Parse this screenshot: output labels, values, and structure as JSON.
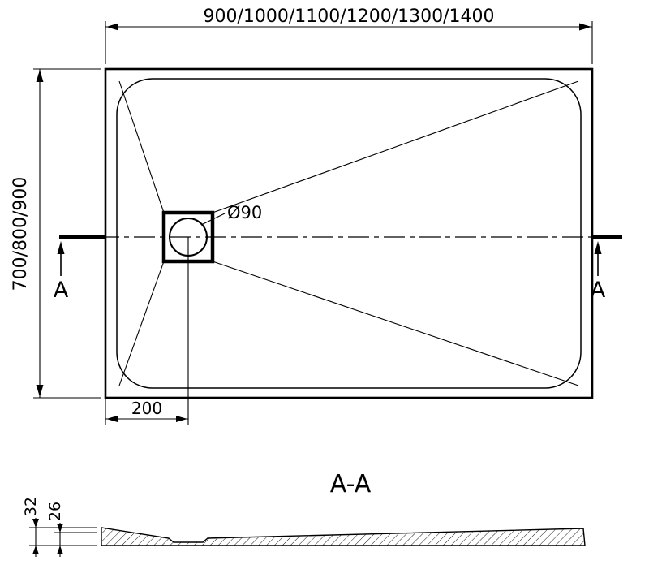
{
  "colors": {
    "line": "#000000",
    "background": "#ffffff"
  },
  "top_view": {
    "width_dim_label": "900/1000/1100/1200/1300/1400",
    "depth_dim_label": "700/800/900",
    "drain_diameter_label": "Ø90",
    "drain_offset_label": "200",
    "section_marker_left": "A",
    "section_marker_right": "A"
  },
  "section_view": {
    "title": "A-A",
    "overall_height_label": "32",
    "inner_height_label": "26"
  }
}
